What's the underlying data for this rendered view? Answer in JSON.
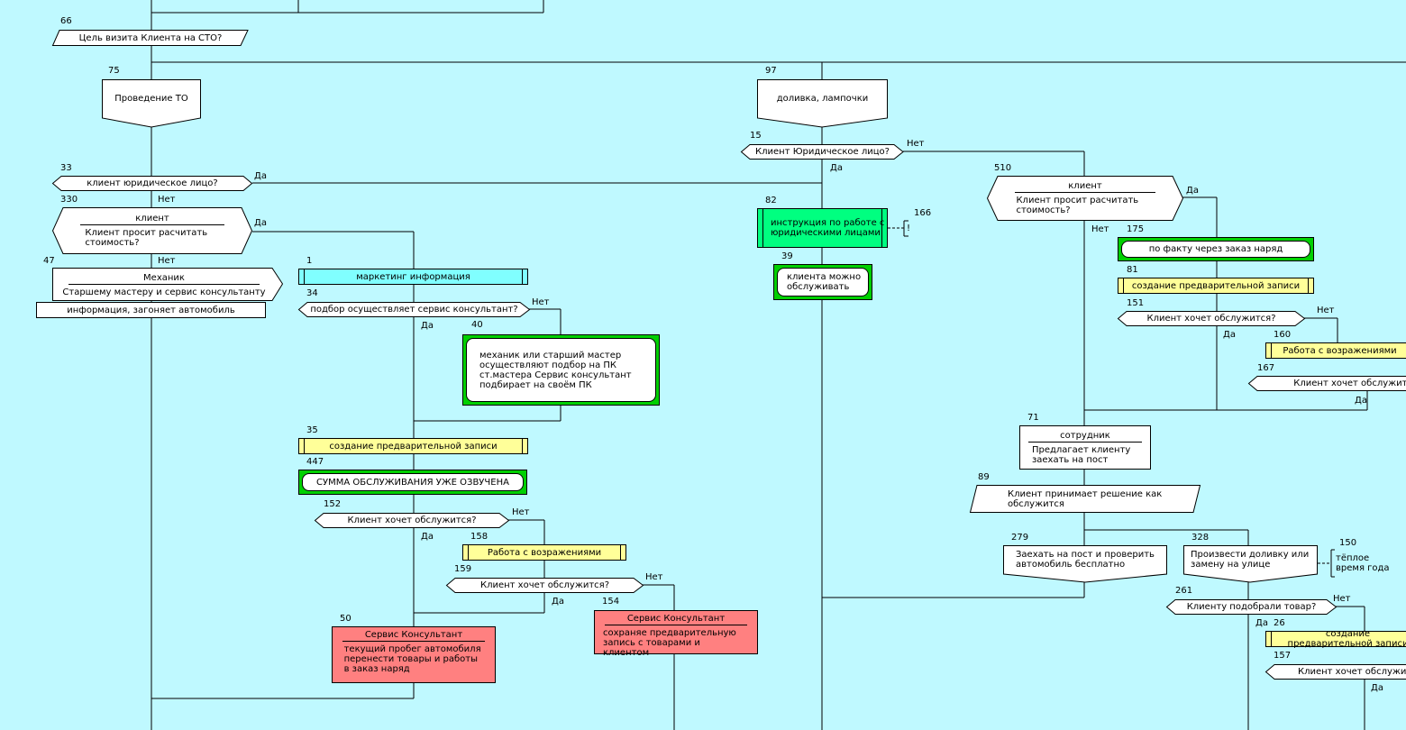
{
  "nodes": {
    "n66": {
      "num": "66",
      "text": "Цель визита Клиента на СТО?"
    },
    "n75": {
      "num": "75",
      "text": "Проведение ТО"
    },
    "n97": {
      "num": "97",
      "text": "доливка, лампочки"
    },
    "n15": {
      "num": "15",
      "text": "Клиент Юридическое лицо?",
      "yes": "Да",
      "no": "Нет"
    },
    "n33": {
      "num": "33",
      "text": "клиент юридическое лицо?",
      "yes": "Да"
    },
    "n330": {
      "num": "330",
      "header": "клиент",
      "text": "Клиент просит расчитать стоимость?",
      "yes": "Да",
      "no": "Нет"
    },
    "n510": {
      "num": "510",
      "header": "клиент",
      "text": "Клиент просит расчитать стоимость?",
      "yes": "Да",
      "no": "Нет"
    },
    "n82": {
      "num": "82",
      "text": "инструкция по работе с юридическими лицами"
    },
    "n166": {
      "num": "166",
      "text": "!"
    },
    "n39": {
      "num": "39",
      "text": "клиента можно обслуживать"
    },
    "n175": {
      "num": "175",
      "text": "по факту через заказ наряд"
    },
    "n81": {
      "num": "81",
      "text": "создание предварительной записи"
    },
    "n151": {
      "num": "151",
      "text": "Клиент хочет обслужится?",
      "yes": "Да",
      "no": "Нет"
    },
    "n160": {
      "num": "160",
      "text": "Работа с возражениями"
    },
    "n167": {
      "num": "167",
      "text": "Клиент хочет обслужится",
      "yes": "Да"
    },
    "n47": {
      "num": "47",
      "header": "Механик",
      "text": "Старшему мастеру и сервис консультанту",
      "text2": "информация, загоняет автомобиль",
      "no": "Нет"
    },
    "n1": {
      "num": "1",
      "text": "маркетинг информация"
    },
    "n34": {
      "num": "34",
      "text": "подбор осуществляет сервис консультант?",
      "yes": "Да",
      "no": "Нет"
    },
    "n40": {
      "num": "40",
      "text": "механик или старший мастер осуществляют подбор на ПК ст.мастера Сервис консультант подбирает на своём ПК"
    },
    "n35": {
      "num": "35",
      "text": "создание предварительной записи"
    },
    "n447": {
      "num": "447",
      "text": "СУММА ОБСЛУЖИВАНИЯ УЖЕ ОЗВУЧЕНА"
    },
    "n152": {
      "num": "152",
      "text": "Клиент хочет обслужится?",
      "yes": "Да",
      "no": "Нет"
    },
    "n158": {
      "num": "158",
      "text": "Работа с возражениями"
    },
    "n159": {
      "num": "159",
      "text": "Клиент хочет обслужится?",
      "yes": "Да",
      "no": "Нет"
    },
    "n50": {
      "num": "50",
      "header": "Сервис Консультант",
      "text": "текущий пробег автомобиля перенести товары и работы в заказ наряд"
    },
    "n154": {
      "num": "154",
      "header": "Сервис Консультант",
      "text": "сохраняе предварительную запись с товарами и клиентом"
    },
    "n71": {
      "num": "71",
      "header": "сотрудник",
      "text": "Предлагает клиенту заехать на пост"
    },
    "n89": {
      "num": "89",
      "text": "Клиент принимает решение как обслужится"
    },
    "n279": {
      "num": "279",
      "text": "Заехать на пост и проверить автомобиль бесплатно"
    },
    "n328": {
      "num": "328",
      "text": "Произвести доливку или замену на улице"
    },
    "n150": {
      "num": "150",
      "text": "тёплое время года"
    },
    "n261": {
      "num": "261",
      "text": "Клиенту подобрали товар?",
      "yes": "Да",
      "no": "Нет"
    },
    "n26": {
      "num": "26",
      "text": "создание предварительной записи"
    },
    "n157": {
      "num": "157",
      "text": "Клиент хочет обслужится?",
      "yes": "Да"
    }
  }
}
